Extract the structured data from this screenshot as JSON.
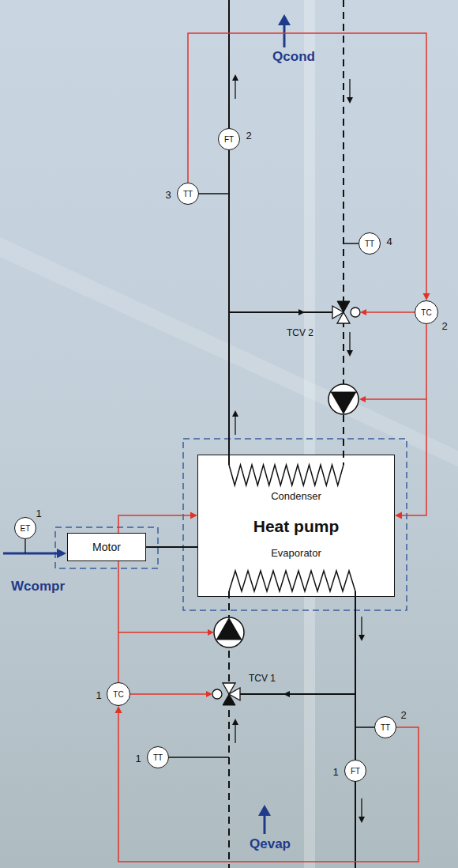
{
  "diagram": {
    "nodes": [
      {
        "text": [
          "FT",
          "2"
        ]
      },
      {
        "text": [
          "3",
          "TT"
        ]
      },
      {
        "text": [
          "TT",
          "4"
        ]
      },
      {
        "text": [
          "TC",
          "2"
        ]
      },
      {
        "text": [
          "ET",
          "1"
        ]
      },
      {
        "text": [
          "Motor"
        ]
      },
      {
        "text": [
          "Condenser",
          "Heat pump",
          "Evaporator"
        ]
      },
      {
        "text": [
          "1",
          "TC"
        ]
      },
      {
        "text": [
          "TT",
          "2"
        ]
      },
      {
        "text": [
          "1",
          "TT"
        ]
      },
      {
        "text": [
          "FT",
          "1"
        ]
      }
    ],
    "edges": [
      {
        "from": 1,
        "to": 3,
        "arrow": "to"
      },
      {
        "from": 3,
        "to": 6,
        "arrow": "to"
      },
      {
        "from": 8,
        "to": 7,
        "arrow": "to"
      },
      {
        "from": 7,
        "to": 6,
        "arrow": "to"
      },
      {
        "from": 5,
        "to": 6,
        "arrow": "none"
      }
    ],
    "labels": [
      "Qcond",
      "TCV 2",
      "Wcompr",
      "TCV 1",
      "Qevap"
    ]
  }
}
